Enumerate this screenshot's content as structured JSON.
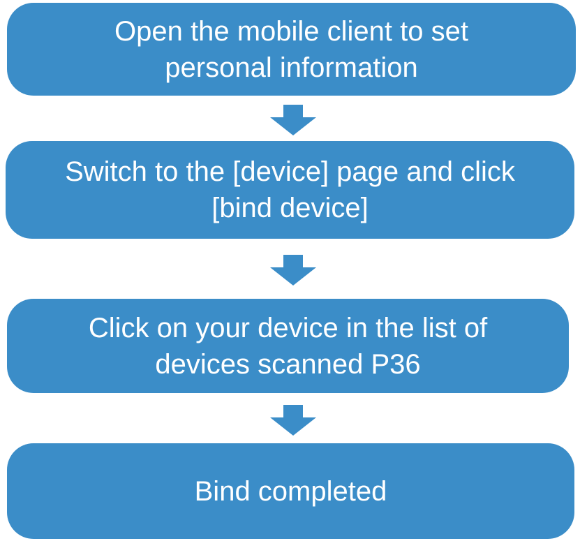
{
  "flowchart": {
    "colors": {
      "accent": "#3b8dc8",
      "text": "#ffffff",
      "background": "#ffffff"
    },
    "steps": [
      {
        "label": "Open the mobile client to set\npersonal information"
      },
      {
        "label": "Switch to the [device] page and click\n[bind device]"
      },
      {
        "label": "Click on your device in the list of\ndevices scanned P36"
      },
      {
        "label": "Bind completed"
      }
    ],
    "connector_count": 3
  }
}
